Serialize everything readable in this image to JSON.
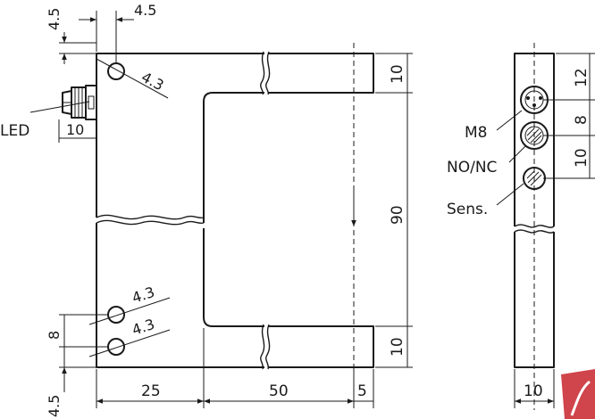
{
  "labels": {
    "led": "LED",
    "m8": "M8",
    "no_nc": "NO/NC",
    "sens": "Sens."
  },
  "dimensions": {
    "top_offset": "4.5",
    "top_hole_offset": "4.5",
    "top_hole_diameter": "4.3",
    "connector_depth": "10",
    "top_arm_height": "10",
    "slot_depth": "90",
    "bottom_arm_height": "10",
    "bottom_hole_1_diameter": "4.3",
    "bottom_hole_2_diameter": "4.3",
    "hole_pitch": "8",
    "bottom_offset": "4.5",
    "width_25": "25",
    "width_50": "50",
    "width_5": "5",
    "side_12": "12",
    "side_8": "8",
    "side_10": "10",
    "side_width": "10"
  },
  "colors": {
    "line": "#1a1a1a",
    "logo_red": "#c8232c"
  },
  "icons": {
    "logo": "brand-logo-icon"
  }
}
